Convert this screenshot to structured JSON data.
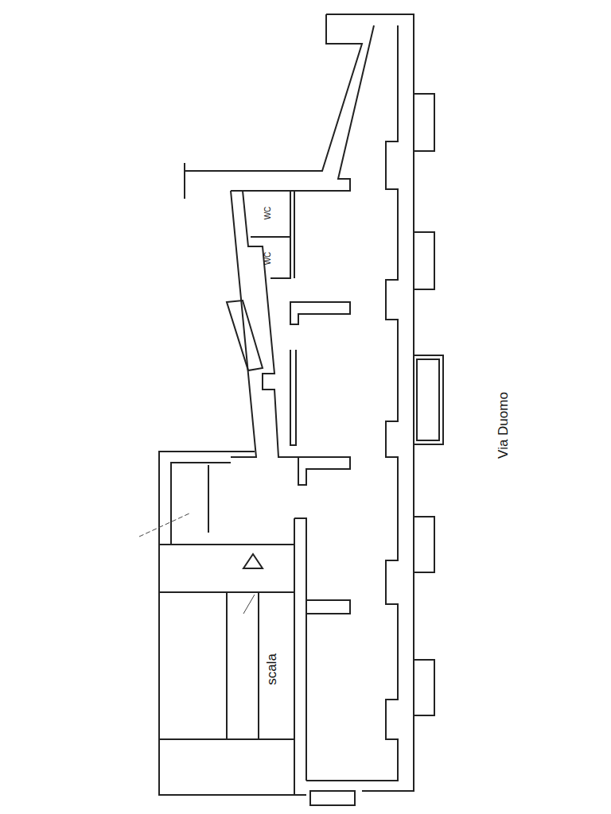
{
  "diagram": {
    "labels": [
      "WC",
      "WC",
      "scala",
      "Via Duomo"
    ]
  }
}
